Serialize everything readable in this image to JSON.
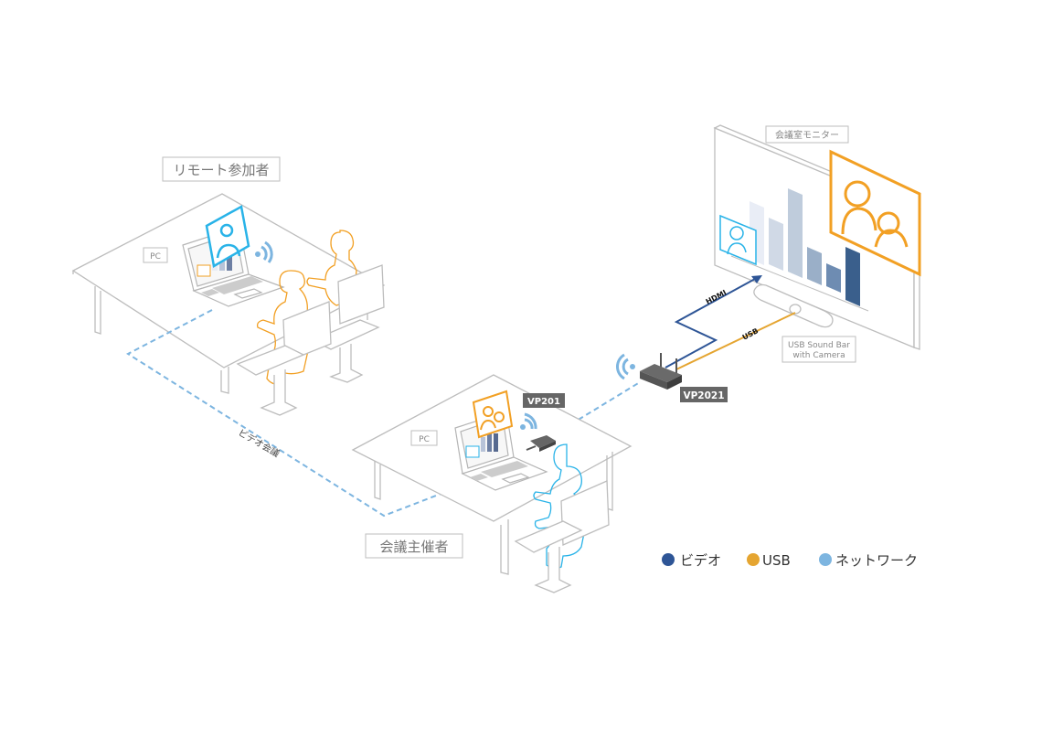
{
  "labels": {
    "remote_participant": "リモート参加者",
    "meeting_host": "会議主催者",
    "room_monitor": "会議室モニター",
    "pc_remote": "PC",
    "pc_host": "PC",
    "video_conference": "ビデオ会議",
    "vp201": "VP201",
    "vp2021": "VP2021",
    "soundbar_line1": "USB Sound Bar",
    "soundbar_line2": "with Camera",
    "hdmi": "HDMI",
    "usb": "USB"
  },
  "legend": [
    {
      "label": "ビデオ",
      "color": "#2e5596"
    },
    {
      "label": "USB",
      "color": "#e5a531"
    },
    {
      "label": "ネットワーク",
      "color": "#7db5e0"
    }
  ],
  "colors": {
    "video": "#2e5596",
    "usb": "#e5a531",
    "network": "#7db5e0",
    "remote_person": "#f2a024",
    "host_person": "#29b3e8",
    "outline": "#bdbdbd",
    "device": "#555555",
    "badge": "#666666"
  }
}
